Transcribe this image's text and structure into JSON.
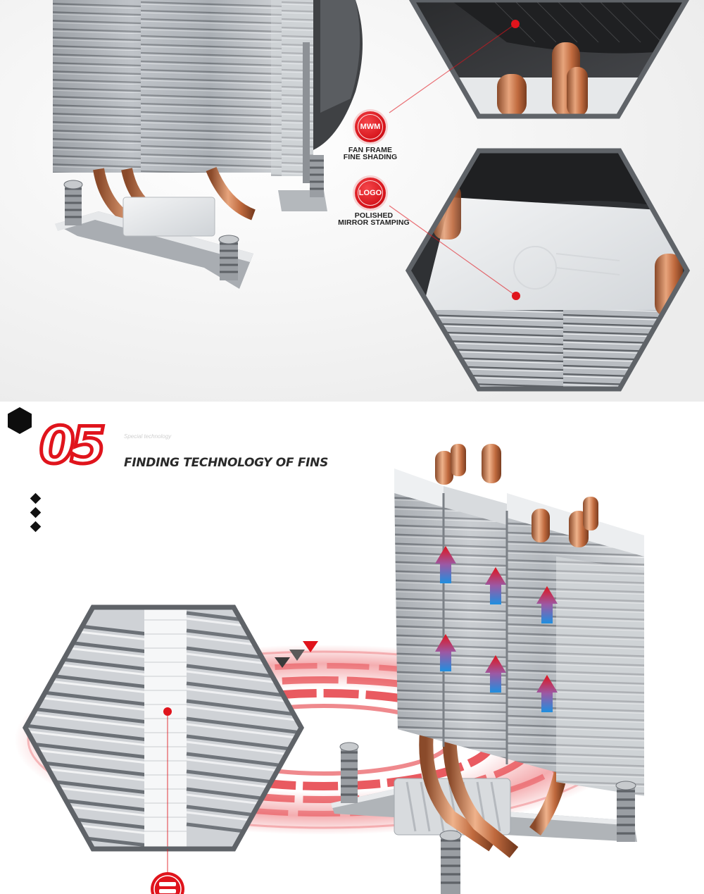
{
  "callouts": [
    {
      "badge": "MWM",
      "label_line1": "FAN FRAME",
      "label_line2": "FINE SHADING"
    },
    {
      "badge": "LOGO",
      "label_line1": "POLISHED",
      "label_line2": "MIRROR STAMPING"
    }
  ],
  "section": {
    "number": "05",
    "subtitle": "Special technology",
    "title": "FINDING TECHNOLOGY OF FINS"
  },
  "colors": {
    "accent_red": "#e0141c",
    "dark": "#2b2b2b",
    "copper": "#c9744a",
    "aluminum": "#cfd2d6"
  },
  "icons": [
    "hexagon-bullet-icon",
    "diamond-bullet-icon",
    "airflow-arrow-icon",
    "triangle-marker-icon"
  ]
}
